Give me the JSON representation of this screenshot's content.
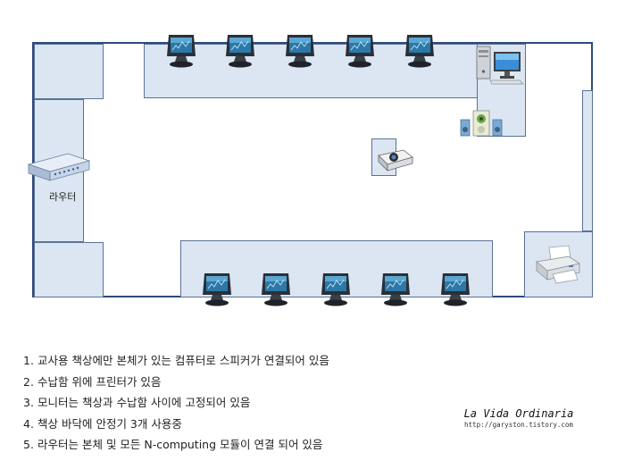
{
  "diagram": {
    "router_label": "라우터",
    "notes": [
      {
        "num": "1.",
        "text": "교사용 책상에만 본체가 있는 컴퓨터로 스피커가 연결되어 있음"
      },
      {
        "num": "2.",
        "text": "수납함 위에 프린터가 있음"
      },
      {
        "num": "3.",
        "text": "모니터는 책상과 수납함 사이에 고정되어 있음"
      },
      {
        "num": "4.",
        "text": "책상 바닥에 안정기 3개 사용중"
      },
      {
        "num": "5.",
        "text": "라우터는 본체 및 모든 N-computing 모듈이 연결 되어 있음"
      }
    ],
    "brand": {
      "title": "La Vida Ordinaria",
      "url": "http://garyston.tistory.com"
    },
    "colors": {
      "room_border": "#2f4a7c",
      "zone_fill": "#dbe6f2",
      "zone_border": "#5b7196"
    },
    "icons": {
      "monitor": "crt-monitor-icon",
      "teacher_pc": "desktop-computer-icon",
      "speakers": "speaker-icon",
      "projector": "projector-icon",
      "printer": "printer-icon",
      "router": "network-router-icon"
    }
  }
}
